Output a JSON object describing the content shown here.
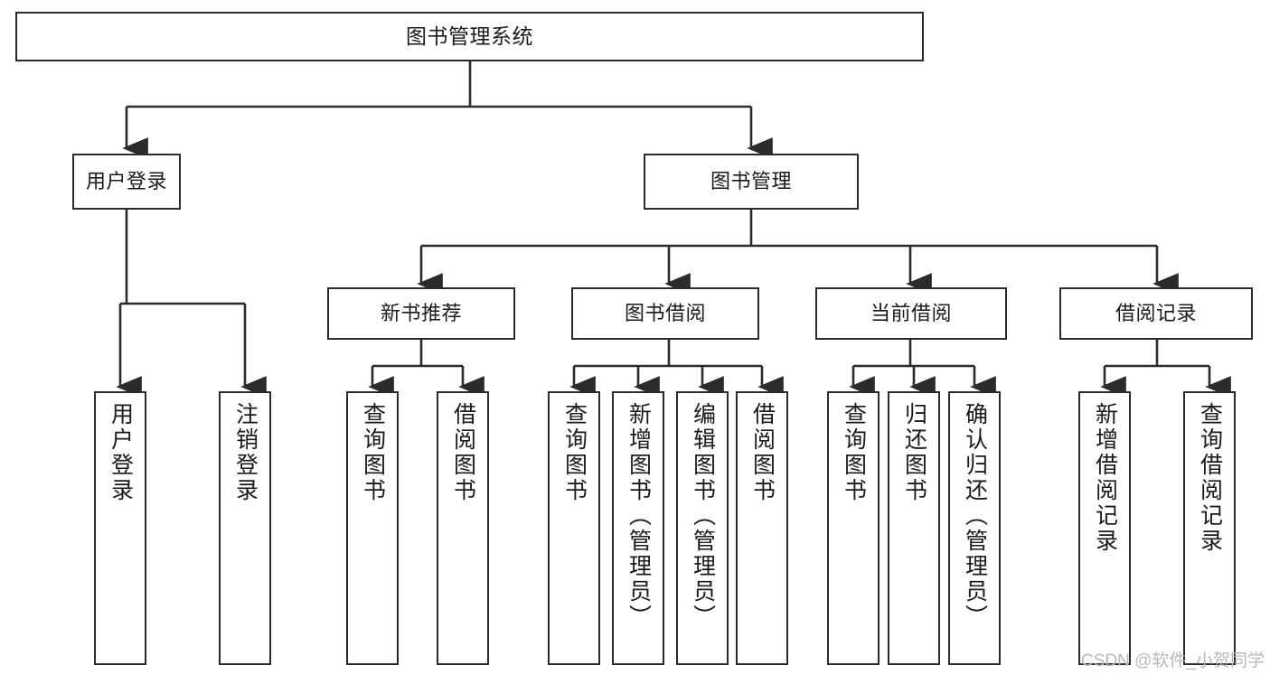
{
  "diagram": {
    "type": "tree-hierarchy-chart",
    "title_box": {
      "label": "图书管理系统"
    },
    "level2": [
      {
        "id": "user-login",
        "label": "用户登录"
      },
      {
        "id": "book-manage",
        "label": "图书管理"
      }
    ],
    "level3": [
      {
        "id": "new-book-recommend",
        "label": "新书推荐"
      },
      {
        "id": "book-borrow",
        "label": "图书借阅"
      },
      {
        "id": "current-borrow",
        "label": "当前借阅"
      },
      {
        "id": "borrow-record",
        "label": "借阅记录"
      }
    ],
    "leaves": [
      {
        "id": "leaf-user-login",
        "label": "用户登录",
        "parent": "用户登录"
      },
      {
        "id": "leaf-logout-login",
        "label": "注销登录",
        "parent": "用户登录"
      },
      {
        "id": "leaf-query-book-1",
        "label": "查询图书",
        "parent": "新书推荐"
      },
      {
        "id": "leaf-borrow-book-1",
        "label": "借阅图书",
        "parent": "新书推荐"
      },
      {
        "id": "leaf-query-book-2",
        "label": "查询图书",
        "parent": "图书借阅"
      },
      {
        "id": "leaf-add-book-admin",
        "label": "新增图书（管理员）",
        "parent": "图书借阅"
      },
      {
        "id": "leaf-edit-book-admin",
        "label": "编辑图书（管理员）",
        "parent": "图书借阅"
      },
      {
        "id": "leaf-borrow-book-2",
        "label": "借阅图书",
        "parent": "图书借阅"
      },
      {
        "id": "leaf-query-book-3",
        "label": "查询图书",
        "parent": "当前借阅"
      },
      {
        "id": "leaf-return-book",
        "label": "归还图书",
        "parent": "当前借阅"
      },
      {
        "id": "leaf-confirm-return",
        "label": "确认归还（管理员）",
        "parent": "当前借阅"
      },
      {
        "id": "leaf-add-borrow-record",
        "label": "新增借阅记录",
        "parent": "借阅记录"
      },
      {
        "id": "leaf-query-borrow-record",
        "label": "查询借阅记录",
        "parent": "借阅记录"
      }
    ],
    "watermark": "CSDN @软件_小贺同学",
    "colors": {
      "line": "#2b2b2b",
      "box_border": "#2b2b2b",
      "box_fill": "#ffffff",
      "text": "#1a1a1a",
      "watermark": "#b9b9b9"
    }
  }
}
